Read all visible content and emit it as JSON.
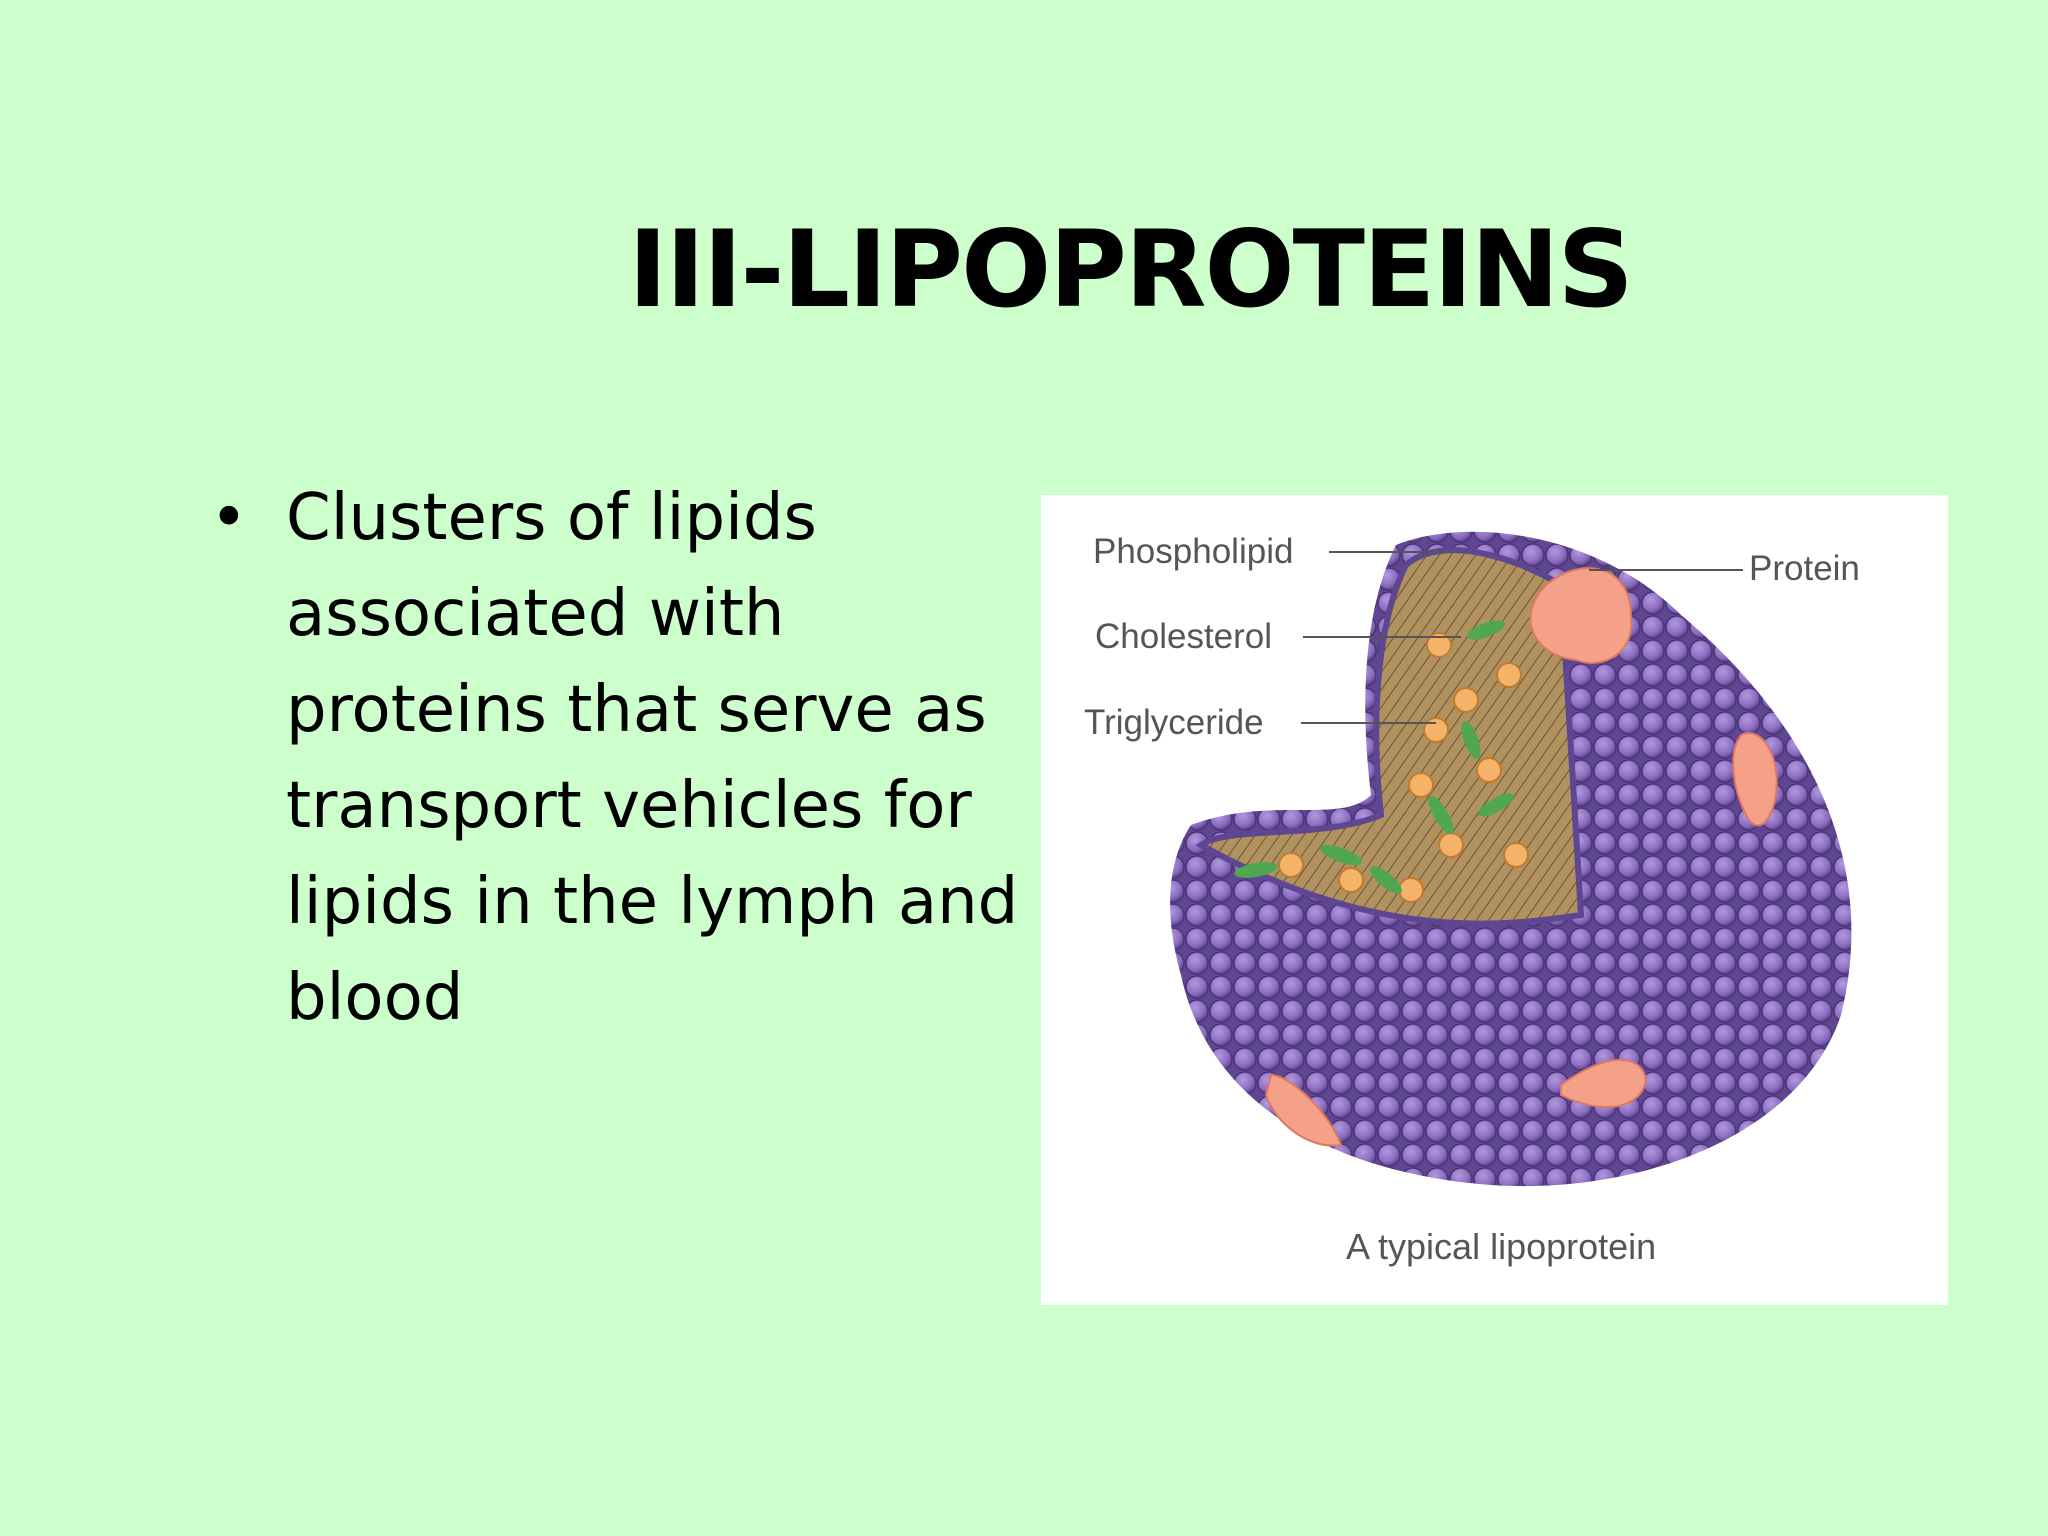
{
  "slide": {
    "title": "III-LIPOPROTEINS",
    "bullets": [
      {
        "text": "Clusters of lipids associated with proteins that serve as transport vehicles for lipids in the lymph and blood"
      }
    ]
  },
  "figure": {
    "labels": {
      "phospholipid": "Phospholipid",
      "cholesterol": "Cholesterol",
      "triglyceride": "Triglyceride",
      "protein": "Protein"
    },
    "caption": "A typical lipoprotein"
  },
  "colors": {
    "background": "#ccffcc",
    "phospholipid_head": "#8a6bbf",
    "protein": "#f5a088",
    "cholesterol": "#4fa74f",
    "triglyceride": "#f5b36a",
    "core": "#a8875a"
  }
}
